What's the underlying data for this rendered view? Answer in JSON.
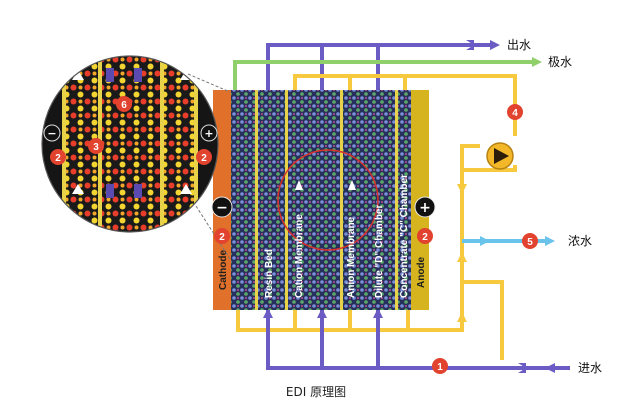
{
  "labels": {
    "outlet": "出水",
    "electrode_water": "极水",
    "concentrate_water": "浓水",
    "inlet": "进水",
    "caption": "EDI 原理图"
  },
  "columns": [
    {
      "name": "cathode",
      "text": "Cathode",
      "color": "#1e1e1e"
    },
    {
      "name": "resin-bed",
      "text": "Resin Bed",
      "color": "#ffffff"
    },
    {
      "name": "cation-membrane",
      "text": "Cation Membrane",
      "color": "#ffffff"
    },
    {
      "name": "anion-membrane",
      "text": "Anion Membrane",
      "color": "#ffffff"
    },
    {
      "name": "dilute-chamber",
      "text": "Dilute \"D\" Chamber",
      "color": "#ffffff"
    },
    {
      "name": "concentrate-chamber",
      "text": "Concentrate \"C\" Chamber",
      "color": "#ffffff"
    },
    {
      "name": "anode",
      "text": "Anode",
      "color": "#1e1e1e"
    }
  ],
  "markers": {
    "m1": "1",
    "m2a": "2",
    "m2b": "2",
    "m2c": "2",
    "m2d": "2",
    "m3": "3",
    "m4": "4",
    "m5": "5",
    "m6": "6",
    "minus": "−",
    "plus": "+"
  },
  "colors": {
    "purple": "#6a5cc4",
    "yellow": "#f6c93f",
    "green": "#8fd06a",
    "lightblue": "#6ac3ea",
    "red": "#e2432f",
    "orange": "#e8862a",
    "cathode": "#e0702a",
    "anode": "#d6b420"
  }
}
